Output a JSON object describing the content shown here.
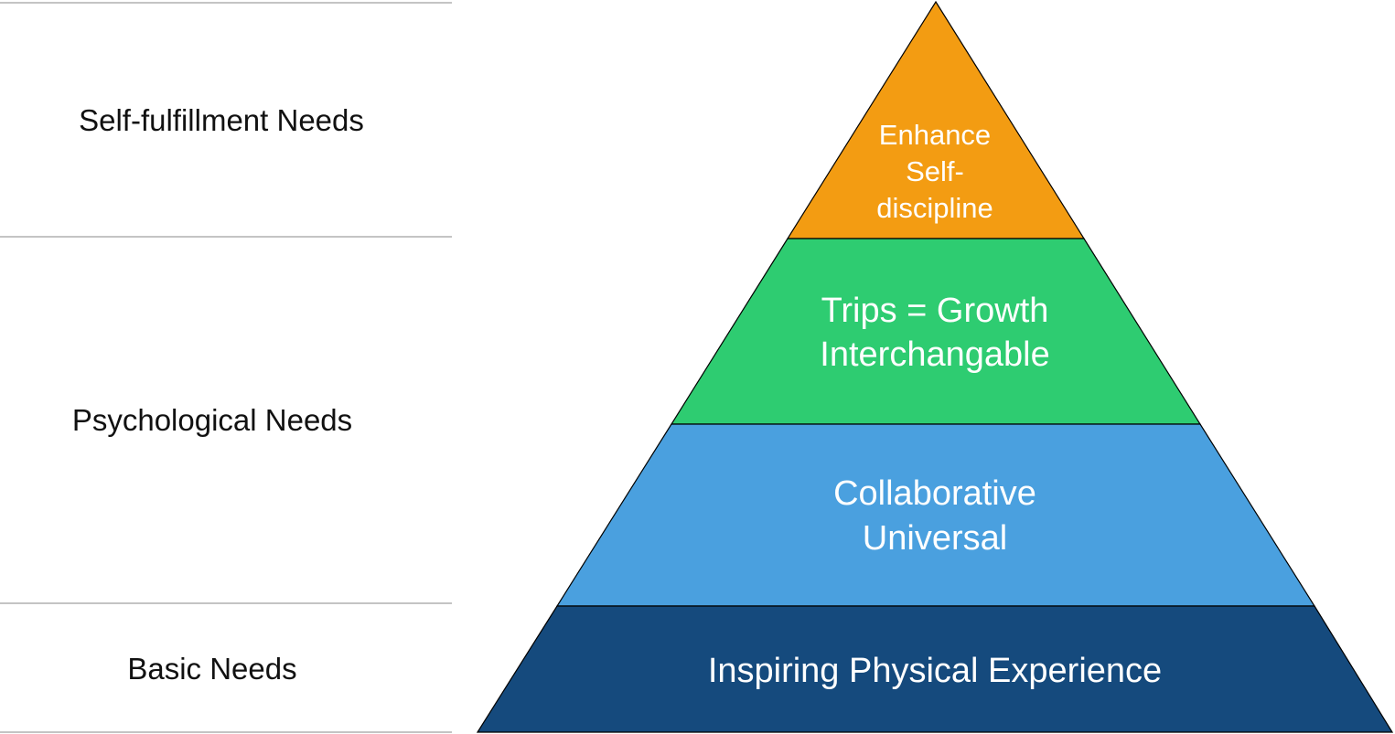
{
  "colors": {
    "tier_top": "#f39c12",
    "tier_second": "#2ecc71",
    "tier_third": "#4aa0df",
    "tier_base": "#154a7d",
    "divider": "#8a8a8a"
  },
  "side_labels": {
    "self_fulfillment": "Self-fulfillment Needs",
    "psychological": "Psychological Needs",
    "basic": "Basic Needs"
  },
  "pyramid": {
    "top": {
      "line1": "Enhance",
      "line2": "Self-",
      "line3": "discipline"
    },
    "second": {
      "line1": "Trips = Growth",
      "line2": "Interchangable"
    },
    "third": {
      "line1": "Collaborative",
      "line2": "Universal"
    },
    "base": {
      "line1": "Inspiring Physical Experience"
    }
  }
}
